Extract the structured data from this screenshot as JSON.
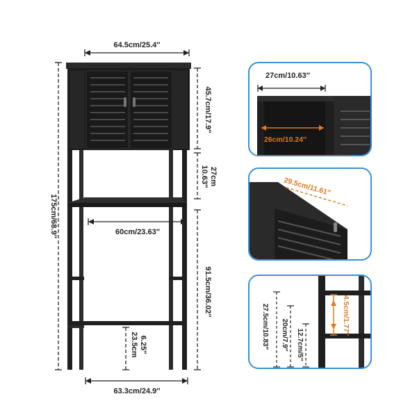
{
  "dimensions": {
    "top_width": "64.5cm/25.4″",
    "total_height": "175cm/68.9″",
    "cabinet_height": "45.7cm/17.9″",
    "gap_height_in": "10.63″",
    "gap_height_cm": "27cm",
    "inner_width": "60cm/23.63″",
    "base_clearance": "91.5cm/36.02″",
    "bottom_bar_in": "6.25″",
    "bottom_bar_cm": "23.5cm",
    "base_width": "63.3cm/24.9″"
  },
  "insets": {
    "depth_outer": "27cm/10.63″",
    "depth_inner": "26cm/10.24″",
    "shelf_depth": "29.5cm/11.61″",
    "foot_total": "27.5cm/10.83″",
    "foot_mid": "20cm/7.9″",
    "foot_short": "12.7cm/5″",
    "foot_tiny": "4.5cm/1.77″"
  },
  "colors": {
    "furniture": "#1f1f1f",
    "accent_orange": "#e07a1f",
    "inset_border": "#3b8fd9"
  }
}
